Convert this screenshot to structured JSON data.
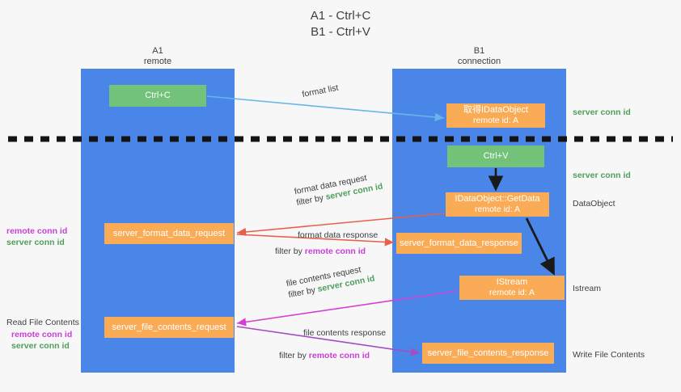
{
  "title": "A1 - Ctrl+C\nB1 - Ctrl+V",
  "lanes": [
    {
      "name": "A1",
      "sub": "remote"
    },
    {
      "name": "B1",
      "sub": "connection"
    }
  ],
  "colors": {
    "lane": "#4a86e8",
    "green_node": "#72c279",
    "orange_node": "#f9ab55",
    "server_conn": "#4f9e5b",
    "remote_conn": "#c93fd6",
    "background": "#f7f7f7",
    "arrow_blue": "#68b6e8",
    "arrow_red": "#e8604c",
    "arrow_magenta": "#d63fd6",
    "arrow_purple": "#a64bc4",
    "arrow_black": "#1a1a1a",
    "divider": "#141414"
  },
  "nodes": {
    "ctrl_c": {
      "line1": "Ctrl+C"
    },
    "idataobject": {
      "line1": "取得IDataObject",
      "line2": "remote id: A"
    },
    "ctrl_v": {
      "line1": "Ctrl+V"
    },
    "getdata": {
      "line1": "IDataObject::GetData",
      "line2": "remote id: A"
    },
    "server_format_data_request": {
      "line1": "server_format_data_request"
    },
    "server_format_data_response": {
      "line1": "server_format_data_response"
    },
    "istream": {
      "line1": "IStream",
      "line2": "remote id: A"
    },
    "server_file_contents_request": {
      "line1": "server_file_contents_request"
    },
    "server_file_contents_response": {
      "line1": "server_file_contents_response"
    }
  },
  "edges": {
    "format_list": {
      "text": "format list"
    },
    "format_data_request": {
      "line1": "format data request",
      "filter_prefix": "filter by ",
      "filter_value": "server conn id",
      "filter_color": "server_conn"
    },
    "format_data_response": {
      "line1": "format data response",
      "filter_prefix": "filter by ",
      "filter_value": "remote conn id",
      "filter_color": "remote_conn"
    },
    "file_contents_request": {
      "line1": "file contents request",
      "filter_prefix": "filter by ",
      "filter_value": "server conn id",
      "filter_color": "server_conn"
    },
    "file_contents_response": {
      "line1": "file contents response",
      "filter_prefix": "filter by ",
      "filter_value": "remote conn id",
      "filter_color": "remote_conn"
    }
  },
  "side_labels": {
    "server_conn_top": "server conn id",
    "server_conn_mid": "server conn id",
    "dataobject": "DataObject",
    "istream": "Istream",
    "write_file_contents": "Write File Contents"
  },
  "left_labels": {
    "remote_conn_1": "remote conn id",
    "server_conn_1": "server conn id",
    "read_file_contents": "Read File Contents",
    "remote_conn_2": "remote conn id",
    "server_conn_2": "server conn id"
  }
}
